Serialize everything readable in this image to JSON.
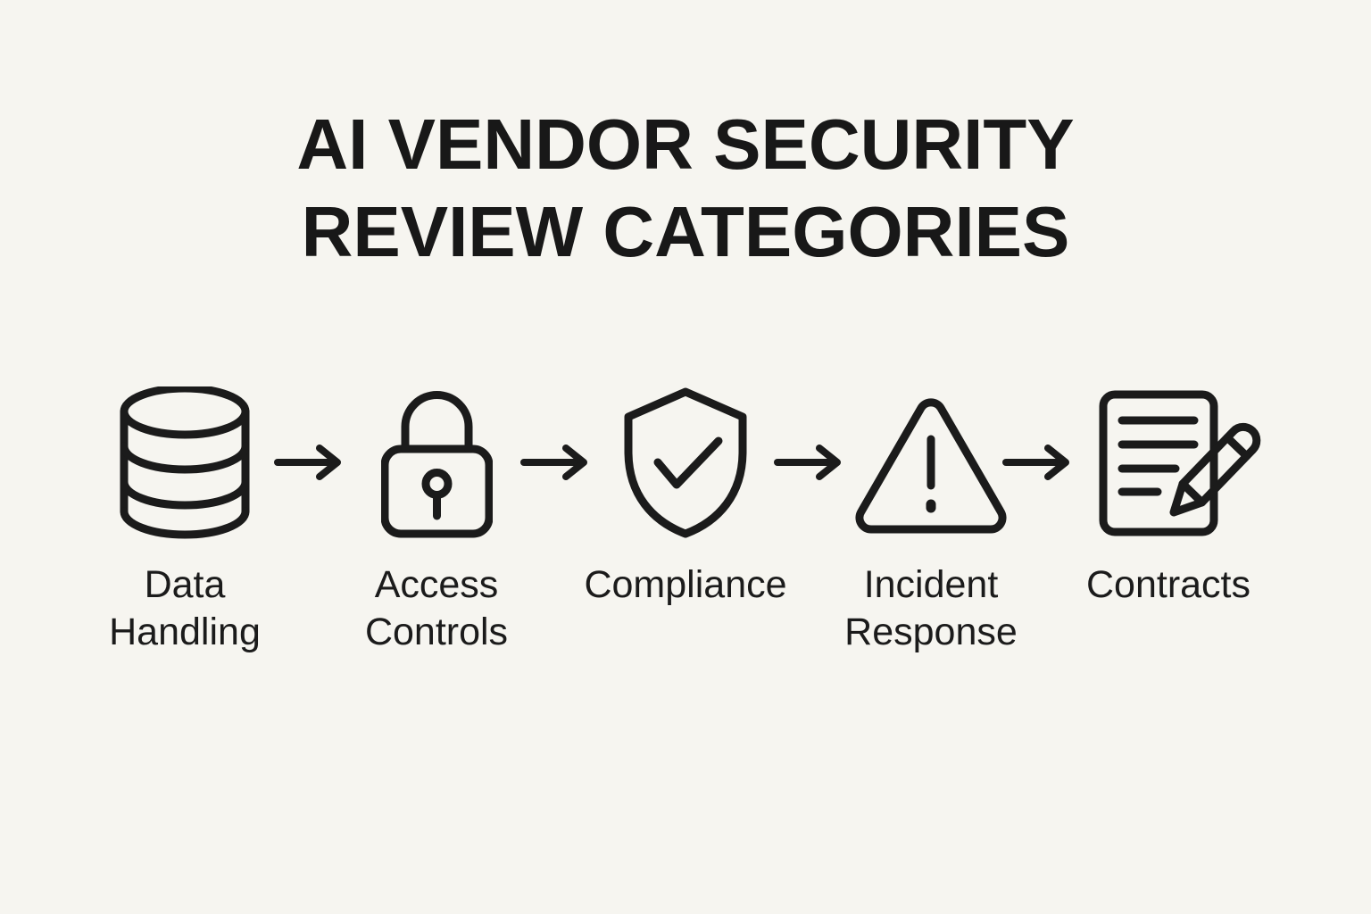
{
  "title": {
    "text": "AI VENDOR SECURITY\nREVIEW CATEGORIES"
  },
  "flow": {
    "direction": "left-to-right",
    "connector": "arrow-right",
    "categories": [
      {
        "name": "Data Handling",
        "label": "Data\nHandling",
        "icon": "database-icon"
      },
      {
        "name": "Access Controls",
        "label": "Access\nControls",
        "icon": "lock-icon"
      },
      {
        "name": "Compliance",
        "label": "Compliance",
        "icon": "shield-check-icon"
      },
      {
        "name": "Incident Response",
        "label": "Incident\nResponse",
        "icon": "warning-triangle-icon"
      },
      {
        "name": "Contracts",
        "label": "Contracts",
        "icon": "document-pencil-icon"
      }
    ]
  },
  "colors": {
    "background": "#f6f5f0",
    "ink": "#1b1b1b"
  }
}
